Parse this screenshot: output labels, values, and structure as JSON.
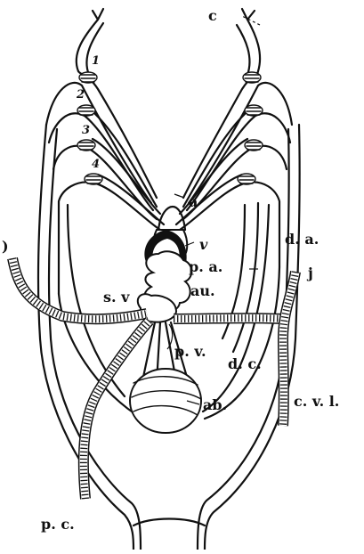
{
  "figure": {
    "labels": {
      "c": "c",
      "a": "a",
      "v": "v",
      "d_a": "d. a.",
      "p_a": "p. a.",
      "j": "j",
      "au": "au.",
      "s_v": "s. v",
      "p_v": "p. v.",
      "d_c": "d. c.",
      "c_v_l": "c. v. l.",
      "ab": "ab.",
      "p_c": "p. c.",
      "left_edge": ")"
    },
    "arch_numbers": [
      "1",
      "2",
      "3",
      "4"
    ]
  }
}
